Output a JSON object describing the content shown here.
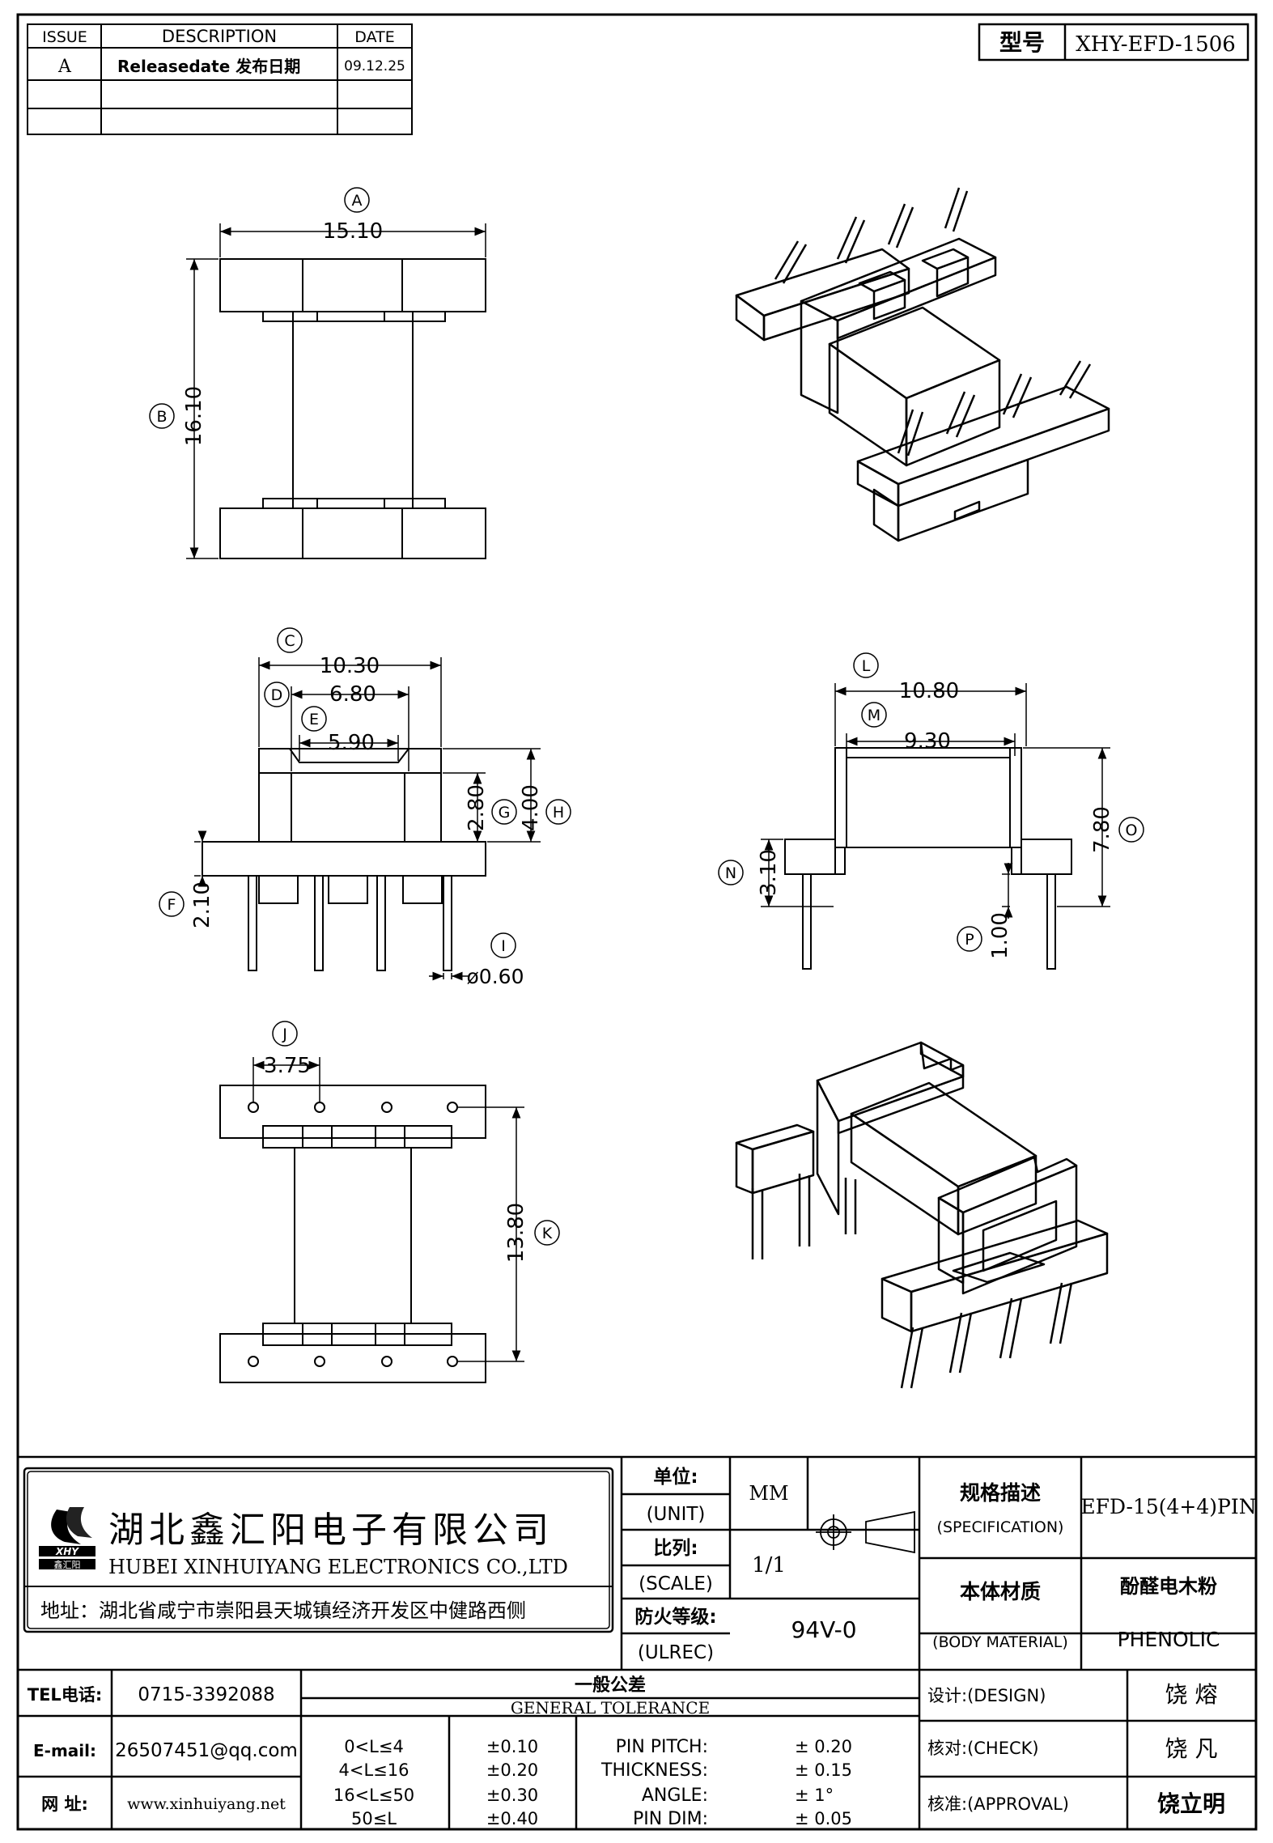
{
  "revision_table": {
    "headers": {
      "issue": "ISSUE",
      "description": "DESCRIPTION",
      "date": "DATE"
    },
    "rows": [
      {
        "issue": "A",
        "description": "Releasedate 发布日期",
        "date": "09.12.25"
      }
    ]
  },
  "model_box": {
    "label": "型号",
    "value": "XHY-EFD-1506"
  },
  "dims": {
    "A": {
      "tag": "A",
      "value": "15.10"
    },
    "B": {
      "tag": "B",
      "value": "16.10"
    },
    "C": {
      "tag": "C",
      "value": "10.30"
    },
    "D": {
      "tag": "D",
      "value": "6.80"
    },
    "E": {
      "tag": "E",
      "value": "5.90"
    },
    "F": {
      "tag": "F",
      "value": "2.10"
    },
    "G": {
      "tag": "G",
      "value": "2.80"
    },
    "H": {
      "tag": "H",
      "value": "4.00"
    },
    "I": {
      "tag": "I",
      "value": "ø0.60"
    },
    "J": {
      "tag": "J",
      "value": "3.75"
    },
    "K": {
      "tag": "K",
      "value": "13.80"
    },
    "L": {
      "tag": "L",
      "value": "10.80"
    },
    "M": {
      "tag": "M",
      "value": "9.30"
    },
    "N": {
      "tag": "N",
      "value": "3.10"
    },
    "O": {
      "tag": "O",
      "value": "7.80"
    },
    "P": {
      "tag": "P",
      "value": "1.00"
    }
  },
  "company": {
    "name_cn": "湖北鑫汇阳电子有限公司",
    "name_en": "HUBEI XINHUIYANG ELECTRONICS CO.,LTD",
    "logo_text": "XHY",
    "logo_sub": "鑫汇阳",
    "address": "地址：湖北省咸宁市崇阳县天城镇经济开发区中健路西侧"
  },
  "title_block": {
    "unit_label_cn": "单位:",
    "unit_label_en": "(UNIT)",
    "unit_value": "MM",
    "scale_label_cn": "比列:",
    "scale_label_en": "(SCALE)",
    "scale_value": "1/1",
    "fire_label_cn": "防火等级:",
    "fire_label_en": "(ULREC)",
    "fire_value": "94V-0",
    "spec_label_cn": "规格描述",
    "spec_label_en": "(SPECIFICATION)",
    "spec_value": "EFD-15(4+4)PIN",
    "material_label_cn": "本体材质",
    "material_label_en": "(BODY MATERIAL)",
    "material_value_cn": "酚醛电木粉",
    "material_value_en": "PHENOLIC"
  },
  "contact": {
    "tel_label": "TEL电话:",
    "tel": "0715-3392088",
    "email_label": "E-mail:",
    "email": "26507451@qq.com",
    "web_label": "网  址:",
    "web": "www.xinhuiyang.net"
  },
  "tolerance": {
    "title_cn": "一般公差",
    "title_en": "GENERAL TOLERANCE",
    "rows": [
      {
        "range": "0<L≤4",
        "tol": "±0.10",
        "item": "PIN PITCH:",
        "value": "±  0.20"
      },
      {
        "range": "4<L≤16",
        "tol": "±0.20",
        "item": "THICKNESS:",
        "value": "±  0.15"
      },
      {
        "range": "16<L≤50",
        "tol": "±0.30",
        "item": "ANGLE:",
        "value": "±  1°"
      },
      {
        "range": "50≤L",
        "tol": "±0.40",
        "item": "PIN DIM:",
        "value": "±  0.05"
      }
    ]
  },
  "signatures": {
    "design_label": "设计:(DESIGN)",
    "design": "饶  熔",
    "check_label": "核对:(CHECK)",
    "check": "饶  凡",
    "approval_label": "核准:(APPROVAL)",
    "approval": "饶立明"
  }
}
